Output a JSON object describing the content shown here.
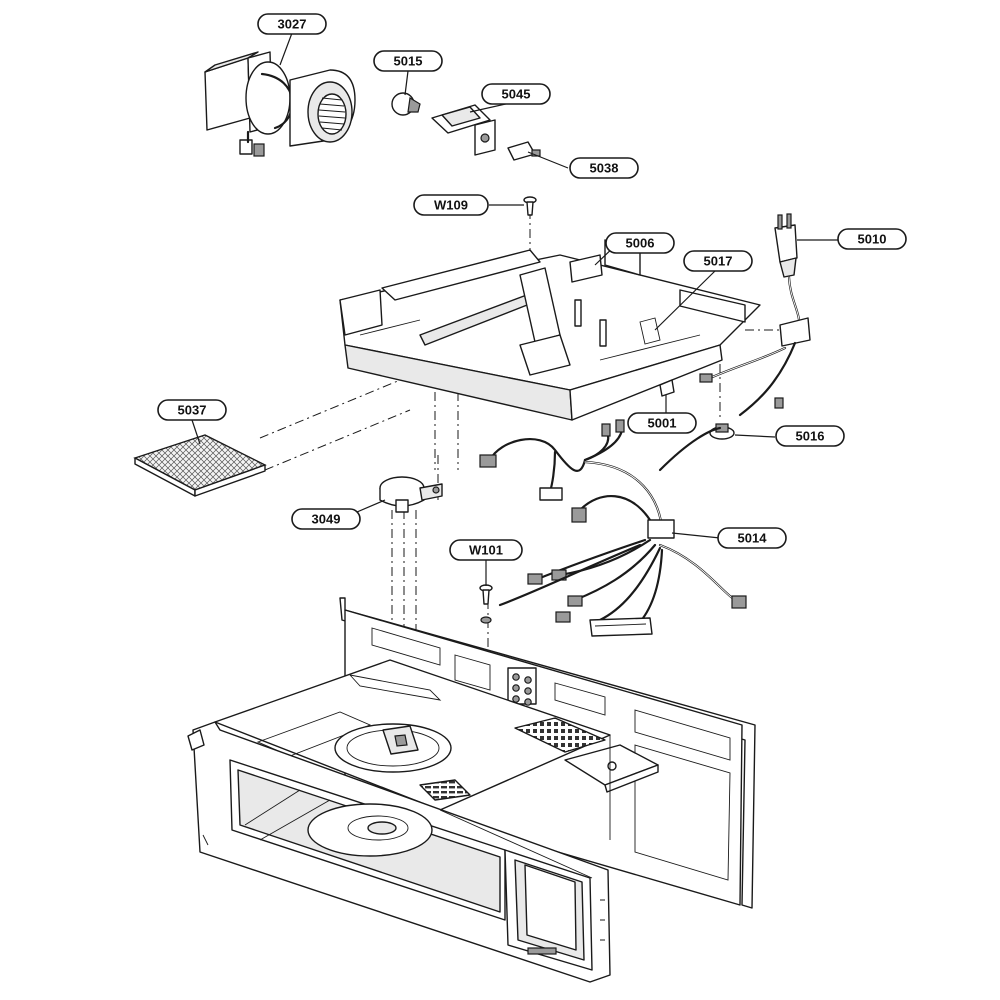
{
  "callouts": [
    {
      "id": "3027",
      "label": "3027"
    },
    {
      "id": "5015",
      "label": "5015"
    },
    {
      "id": "5045",
      "label": "5045"
    },
    {
      "id": "5038",
      "label": "5038"
    },
    {
      "id": "W109",
      "label": "W109"
    },
    {
      "id": "5006",
      "label": "5006"
    },
    {
      "id": "5017",
      "label": "5017"
    },
    {
      "id": "5010",
      "label": "5010"
    },
    {
      "id": "5037",
      "label": "5037"
    },
    {
      "id": "5001",
      "label": "5001"
    },
    {
      "id": "5016",
      "label": "5016"
    },
    {
      "id": "3049",
      "label": "3049"
    },
    {
      "id": "5014",
      "label": "5014"
    },
    {
      "id": "W101",
      "label": "W101"
    }
  ]
}
